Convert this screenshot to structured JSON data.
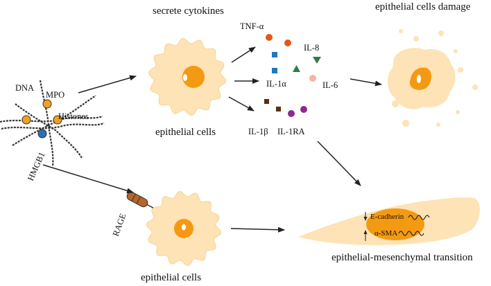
{
  "labels": {
    "secrete_cytokines": "secrete cytokines",
    "epithelial_cells_damage": "epithelial cells damage",
    "epithelial_cells_top": "epithelial cells",
    "epithelial_cells_bottom": "epithelial cells",
    "emt": "epithelial-mesenchymal transition",
    "dna": "DNA",
    "mpo": "MPO",
    "histones": "Histones",
    "hmgb1": "HMGB1",
    "rage": "RAGE",
    "tnf_alpha": "TNF-α",
    "il_8": "IL-8",
    "il_1alpha": "IL-1α",
    "il_6": "IL-6",
    "il_1beta": "IL-1β",
    "il_1ra": "IL-1RA",
    "e_cadherin": "E-cadherin",
    "alpha_sma": "α-SMA"
  },
  "colors": {
    "cell_fill": "#fde3b5",
    "nucleus": "#f49a12",
    "tnf_alpha": "#e05a16",
    "il_8": "#2e7d45",
    "il_1alpha": "#1f78c1",
    "il_6": "#f6b4a0",
    "il_1beta": "#5a2e12",
    "il_1ra": "#8e2a8e",
    "dna_strand": "#333333",
    "mpo_dot": "#f0a020",
    "blue_dot": "#2a6fb5",
    "rage_body": "#b5652a"
  }
}
